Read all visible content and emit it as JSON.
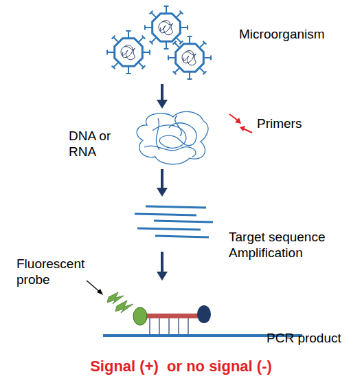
{
  "diagram": {
    "caption": "Signal (+)  or no signal (-)",
    "labels": [
      "Microorganism",
      "Primers",
      "DNA or RNA",
      "Target sequence Amplification",
      "Fluorescent probe",
      "PCR product"
    ]
  }
}
